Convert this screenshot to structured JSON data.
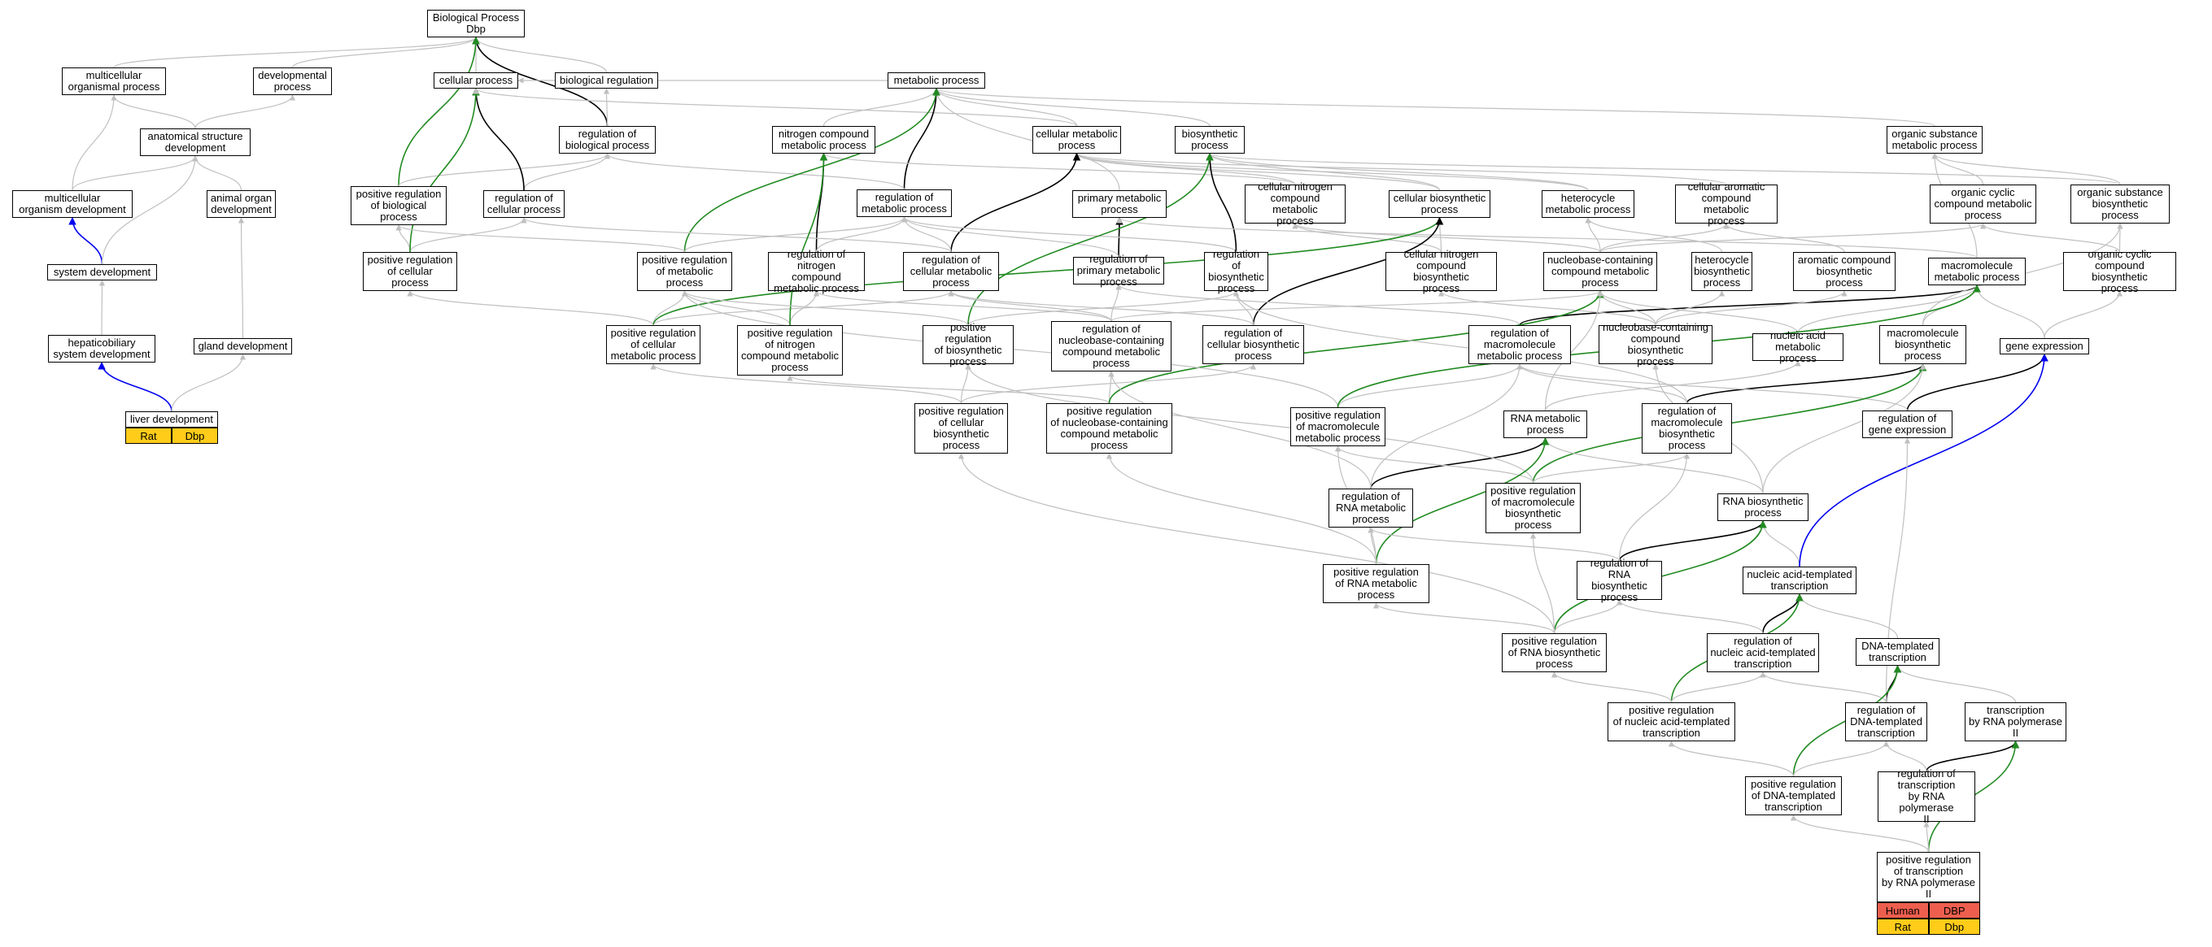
{
  "colors": {
    "gray": "#c0c0c0",
    "black": "#000000",
    "green": "#228b22",
    "blue": "#0000ee",
    "human": "#ee5e4e",
    "rat": "#ffcc1a"
  },
  "nodes": [
    {
      "id": "bp",
      "label": "Biological Process\nDbp"
    },
    {
      "id": "mop",
      "label": "multicellular\norganismal process"
    },
    {
      "id": "dp",
      "label": "developmental\nprocess"
    },
    {
      "id": "cp",
      "label": "cellular process"
    },
    {
      "id": "breg",
      "label": "biological regulation"
    },
    {
      "id": "asd",
      "label": "anatomical structure\ndevelopment"
    },
    {
      "id": "rbp",
      "label": "regulation of\nbiological process"
    },
    {
      "id": "mod",
      "label": "multicellular\norganism development"
    },
    {
      "id": "aod",
      "label": "animal organ\ndevelopment"
    },
    {
      "id": "prbp",
      "label": "positive regulation\nof biological\nprocess"
    },
    {
      "id": "rcp",
      "label": "regulation of\ncellular process"
    },
    {
      "id": "sd",
      "label": "system development"
    },
    {
      "id": "prcp",
      "label": "positive regulation\nof cellular\nprocess"
    },
    {
      "id": "hsd",
      "label": "hepaticobiliary\nsystem development"
    },
    {
      "id": "gd",
      "label": "gland development"
    },
    {
      "id": "ld",
      "label": "liver development"
    },
    {
      "id": "mp",
      "label": "metabolic process"
    },
    {
      "id": "ncmp",
      "label": "nitrogen compound\nmetabolic process"
    },
    {
      "id": "cmp",
      "label": "cellular metabolic\nprocess"
    },
    {
      "id": "bsp",
      "label": "biosynthetic\nprocess"
    },
    {
      "id": "osmp",
      "label": "organic substance\nmetabolic process"
    },
    {
      "id": "rmp",
      "label": "regulation of\nmetabolic process"
    },
    {
      "id": "pmp",
      "label": "primary metabolic\nprocess"
    },
    {
      "id": "cncmp",
      "label": "cellular nitrogen\ncompound metabolic\nprocess"
    },
    {
      "id": "cbp",
      "label": "cellular biosynthetic\nprocess"
    },
    {
      "id": "hmp",
      "label": "heterocycle\nmetabolic process"
    },
    {
      "id": "cacmp",
      "label": "cellular aromatic\ncompound metabolic\nprocess"
    },
    {
      "id": "occmp",
      "label": "organic cyclic\ncompound metabolic\nprocess"
    },
    {
      "id": "osbp",
      "label": "organic substance\nbiosynthetic\nprocess"
    },
    {
      "id": "prmp",
      "label": "positive regulation\nof metabolic\nprocess"
    },
    {
      "id": "rncmp",
      "label": "regulation of\nnitrogen compound\nmetabolic process"
    },
    {
      "id": "rcmp",
      "label": "regulation of\ncellular metabolic\nprocess"
    },
    {
      "id": "rpmp",
      "label": "regulation of\nprimary metabolic\nprocess"
    },
    {
      "id": "rbsp",
      "label": "regulation of\nbiosynthetic\nprocess"
    },
    {
      "id": "cncbp",
      "label": "cellular nitrogen\ncompound biosynthetic\nprocess"
    },
    {
      "id": "nccmp",
      "label": "nucleobase-containing\ncompound metabolic\nprocess"
    },
    {
      "id": "hbp",
      "label": "heterocycle\nbiosynthetic\nprocess"
    },
    {
      "id": "acbp",
      "label": "aromatic compound\nbiosynthetic\nprocess"
    },
    {
      "id": "mmp",
      "label": "macromolecule\nmetabolic process"
    },
    {
      "id": "occbp",
      "label": "organic cyclic\ncompound biosynthetic\nprocess"
    },
    {
      "id": "prcmp",
      "label": "positive regulation\nof cellular\nmetabolic process"
    },
    {
      "id": "prncmp",
      "label": "positive regulation\nof nitrogen\ncompound metabolic\nprocess"
    },
    {
      "id": "prbsp",
      "label": "positive regulation\nof biosynthetic\nprocess"
    },
    {
      "id": "rnccmp",
      "label": "regulation of\nnucleobase-containing\ncompound metabolic\nprocess"
    },
    {
      "id": "rcbp",
      "label": "regulation of\ncellular biosynthetic\nprocess"
    },
    {
      "id": "rmmp",
      "label": "regulation of\nmacromolecule\nmetabolic process"
    },
    {
      "id": "nccbp",
      "label": "nucleobase-containing\ncompound biosynthetic\nprocess"
    },
    {
      "id": "namp",
      "label": "nucleic acid\nmetabolic process"
    },
    {
      "id": "mbp",
      "label": "macromolecule\nbiosynthetic\nprocess"
    },
    {
      "id": "ge",
      "label": "gene expression"
    },
    {
      "id": "prcbp",
      "label": "positive regulation\nof cellular\nbiosynthetic\nprocess"
    },
    {
      "id": "prnccmp",
      "label": "positive regulation\nof nucleobase-containing\ncompound metabolic\nprocess"
    },
    {
      "id": "prmmp",
      "label": "positive regulation\nof macromolecule\nmetabolic process"
    },
    {
      "id": "rnamp",
      "label": "RNA metabolic\nprocess"
    },
    {
      "id": "rmbp",
      "label": "regulation of\nmacromolecule\nbiosynthetic\nprocess"
    },
    {
      "id": "rge",
      "label": "regulation of\ngene expression"
    },
    {
      "id": "rrnamp",
      "label": "regulation of\nRNA metabolic\nprocess"
    },
    {
      "id": "prmbp",
      "label": "positive regulation\nof macromolecule\nbiosynthetic\nprocess"
    },
    {
      "id": "rnabp",
      "label": "RNA biosynthetic\nprocess"
    },
    {
      "id": "prrnamp",
      "label": "positive regulation\nof RNA metabolic\nprocess"
    },
    {
      "id": "rrnabp",
      "label": "regulation of\nRNA biosynthetic\nprocess"
    },
    {
      "id": "natt",
      "label": "nucleic acid-templated\ntranscription"
    },
    {
      "id": "prrnabp",
      "label": "positive regulation\nof RNA biosynthetic\nprocess"
    },
    {
      "id": "rnatt",
      "label": "regulation of\nnucleic acid-templated\ntranscription"
    },
    {
      "id": "dtt",
      "label": "DNA-templated\ntranscription"
    },
    {
      "id": "prnatt",
      "label": "positive regulation\nof nucleic acid-templated\ntranscription"
    },
    {
      "id": "rdtt",
      "label": "regulation of\nDNA-templated\ntranscription"
    },
    {
      "id": "trp2",
      "label": "transcription\nby RNA polymerase\nII"
    },
    {
      "id": "prdtt",
      "label": "positive regulation\nof DNA-templated\ntranscription"
    },
    {
      "id": "rtrp2",
      "label": "regulation of\ntranscription\nby RNA polymerase\nII"
    },
    {
      "id": "prtrp2",
      "label": "positive regulation\nof transcription\nby RNA polymerase\nII"
    }
  ],
  "annotations": [
    {
      "node": "ld",
      "rows": [
        [
          "Rat",
          "Dbp"
        ]
      ]
    },
    {
      "node": "prtrp2",
      "rows": [
        [
          "Human",
          "DBP"
        ],
        [
          "Rat",
          "Dbp"
        ]
      ]
    }
  ],
  "edges": [
    [
      "mop",
      "bp",
      "gray"
    ],
    [
      "dp",
      "bp",
      "gray"
    ],
    [
      "cp",
      "bp",
      "gray"
    ],
    [
      "breg",
      "bp",
      "gray"
    ],
    [
      "rbp",
      "bp",
      "black"
    ],
    [
      "prbp",
      "bp",
      "green"
    ],
    [
      "asd",
      "dp",
      "gray"
    ],
    [
      "asd",
      "mop",
      "gray"
    ],
    [
      "mod",
      "mop",
      "gray"
    ],
    [
      "mod",
      "asd",
      "gray"
    ],
    [
      "aod",
      "asd",
      "gray"
    ],
    [
      "sd",
      "mod",
      "blue"
    ],
    [
      "sd",
      "asd",
      "gray"
    ],
    [
      "hsd",
      "sd",
      "gray"
    ],
    [
      "ld",
      "hsd",
      "blue"
    ],
    [
      "gd",
      "aod",
      "gray"
    ],
    [
      "ld",
      "gd",
      "gray"
    ],
    [
      "rbp",
      "breg",
      "gray"
    ],
    [
      "prbp",
      "rbp",
      "gray"
    ],
    [
      "rcp",
      "rbp",
      "gray"
    ],
    [
      "rcp",
      "cp",
      "black"
    ],
    [
      "prcp",
      "prbp",
      "gray"
    ],
    [
      "prcp",
      "rcp",
      "gray"
    ],
    [
      "prcp",
      "cp",
      "green"
    ],
    [
      "mp",
      "cp",
      "gray"
    ],
    [
      "ncmp",
      "mp",
      "gray"
    ],
    [
      "cmp",
      "mp",
      "gray"
    ],
    [
      "cmp",
      "cp",
      "gray"
    ],
    [
      "bsp",
      "mp",
      "gray"
    ],
    [
      "osmp",
      "mp",
      "gray"
    ],
    [
      "rmp",
      "mp",
      "black"
    ],
    [
      "rmp",
      "rbp",
      "gray"
    ],
    [
      "pmp",
      "mp",
      "gray"
    ],
    [
      "cncmp",
      "ncmp",
      "gray"
    ],
    [
      "cncmp",
      "cmp",
      "gray"
    ],
    [
      "cbp",
      "cmp",
      "gray"
    ],
    [
      "cbp",
      "bsp",
      "gray"
    ],
    [
      "hmp",
      "cmp",
      "gray"
    ],
    [
      "hmp",
      "bsp",
      "gray"
    ],
    [
      "cacmp",
      "cmp",
      "gray"
    ],
    [
      "occmp",
      "osmp",
      "gray"
    ],
    [
      "osbp",
      "osmp",
      "gray"
    ],
    [
      "osbp",
      "bsp",
      "gray"
    ],
    [
      "prmp",
      "mp",
      "green"
    ],
    [
      "prmp",
      "rmp",
      "gray"
    ],
    [
      "prmp",
      "prbp",
      "gray"
    ],
    [
      "rncmp",
      "ncmp",
      "black"
    ],
    [
      "rncmp",
      "rmp",
      "gray"
    ],
    [
      "rcmp",
      "cmp",
      "black"
    ],
    [
      "rcmp",
      "rmp",
      "gray"
    ],
    [
      "rcmp",
      "rcp",
      "gray"
    ],
    [
      "rpmp",
      "pmp",
      "black"
    ],
    [
      "rpmp",
      "rmp",
      "gray"
    ],
    [
      "rbsp",
      "bsp",
      "black"
    ],
    [
      "rbsp",
      "rmp",
      "gray"
    ],
    [
      "cncbp",
      "cncmp",
      "gray"
    ],
    [
      "cncbp",
      "cbp",
      "gray"
    ],
    [
      "nccmp",
      "cncmp",
      "gray"
    ],
    [
      "nccmp",
      "hmp",
      "gray"
    ],
    [
      "nccmp",
      "cacmp",
      "gray"
    ],
    [
      "nccmp",
      "occmp",
      "gray"
    ],
    [
      "hbp",
      "hmp",
      "gray"
    ],
    [
      "acbp",
      "cacmp",
      "gray"
    ],
    [
      "mmp",
      "osmp",
      "gray"
    ],
    [
      "mmp",
      "pmp",
      "gray"
    ],
    [
      "occbp",
      "occmp",
      "gray"
    ],
    [
      "occbp",
      "osbp",
      "gray"
    ],
    [
      "prcmp",
      "prmp",
      "gray"
    ],
    [
      "prcmp",
      "rcmp",
      "gray"
    ],
    [
      "prcmp",
      "cbp",
      "green"
    ],
    [
      "prcmp",
      "prcp",
      "gray"
    ],
    [
      "prncmp",
      "rncmp",
      "gray"
    ],
    [
      "prncmp",
      "prmp",
      "gray"
    ],
    [
      "prncmp",
      "ncmp",
      "green"
    ],
    [
      "prbsp",
      "bsp",
      "green"
    ],
    [
      "prbsp",
      "rbsp",
      "gray"
    ],
    [
      "prbsp",
      "prmp",
      "gray"
    ],
    [
      "rnccmp",
      "nccmp",
      "gray"
    ],
    [
      "rnccmp",
      "rpmp",
      "gray"
    ],
    [
      "rnccmp",
      "rncmp",
      "gray"
    ],
    [
      "rnccmp",
      "rcmp",
      "gray"
    ],
    [
      "rcbp",
      "cbp",
      "black"
    ],
    [
      "rcbp",
      "rbsp",
      "gray"
    ],
    [
      "rcbp",
      "rcmp",
      "gray"
    ],
    [
      "rmmp",
      "mmp",
      "black"
    ],
    [
      "rmmp",
      "rpmp",
      "gray"
    ],
    [
      "nccbp",
      "nccmp",
      "gray"
    ],
    [
      "nccbp",
      "cncbp",
      "gray"
    ],
    [
      "nccbp",
      "hbp",
      "gray"
    ],
    [
      "nccbp",
      "acbp",
      "gray"
    ],
    [
      "namp",
      "nccmp",
      "gray"
    ],
    [
      "namp",
      "mmp",
      "gray"
    ],
    [
      "mbp",
      "mmp",
      "gray"
    ],
    [
      "mbp",
      "osbp",
      "gray"
    ],
    [
      "ge",
      "mmp",
      "gray"
    ],
    [
      "ge",
      "occbp",
      "gray"
    ],
    [
      "prcbp",
      "rcbp",
      "gray"
    ],
    [
      "prcbp",
      "prbsp",
      "gray"
    ],
    [
      "prcbp",
      "prcmp",
      "gray"
    ],
    [
      "prnccmp",
      "rnccmp",
      "gray"
    ],
    [
      "prnccmp",
      "prncmp",
      "gray"
    ],
    [
      "prnccmp",
      "nccmp",
      "green"
    ],
    [
      "prmmp",
      "rmmp",
      "gray"
    ],
    [
      "prmmp",
      "prmp",
      "gray"
    ],
    [
      "prmmp",
      "mmp",
      "green"
    ],
    [
      "rnamp",
      "namp",
      "gray"
    ],
    [
      "rnamp",
      "nccmp",
      "gray"
    ],
    [
      "rmbp",
      "mbp",
      "black"
    ],
    [
      "rmbp",
      "rmmp",
      "gray"
    ],
    [
      "rmbp",
      "rbsp",
      "gray"
    ],
    [
      "rge",
      "ge",
      "black"
    ],
    [
      "rge",
      "rmmp",
      "gray"
    ],
    [
      "rrnamp",
      "rnamp",
      "black"
    ],
    [
      "rrnamp",
      "rnccmp",
      "gray"
    ],
    [
      "rrnamp",
      "rmmp",
      "gray"
    ],
    [
      "prmbp",
      "mbp",
      "green"
    ],
    [
      "prmbp",
      "rmbp",
      "gray"
    ],
    [
      "prmbp",
      "prmmp",
      "gray"
    ],
    [
      "prmbp",
      "prbsp",
      "gray"
    ],
    [
      "rnabp",
      "rnamp",
      "gray"
    ],
    [
      "rnabp",
      "nccbp",
      "gray"
    ],
    [
      "rnabp",
      "mbp",
      "gray"
    ],
    [
      "prrnamp",
      "rrnamp",
      "gray"
    ],
    [
      "prrnamp",
      "rnamp",
      "green"
    ],
    [
      "prrnamp",
      "prnccmp",
      "gray"
    ],
    [
      "prrnamp",
      "prmmp",
      "gray"
    ],
    [
      "rrnabp",
      "rnabp",
      "black"
    ],
    [
      "rrnabp",
      "rrnamp",
      "gray"
    ],
    [
      "rrnabp",
      "rmbp",
      "gray"
    ],
    [
      "natt",
      "rnabp",
      "gray"
    ],
    [
      "natt",
      "ge",
      "blue"
    ],
    [
      "prrnabp",
      "rnabp",
      "green"
    ],
    [
      "prrnabp",
      "rrnabp",
      "gray"
    ],
    [
      "prrnabp",
      "prrnamp",
      "gray"
    ],
    [
      "prrnabp",
      "prmbp",
      "gray"
    ],
    [
      "prrnabp",
      "prcbp",
      "gray"
    ],
    [
      "rnatt",
      "natt",
      "black"
    ],
    [
      "rnatt",
      "rrnabp",
      "gray"
    ],
    [
      "dtt",
      "natt",
      "gray"
    ],
    [
      "prnatt",
      "natt",
      "green"
    ],
    [
      "prnatt",
      "rnatt",
      "gray"
    ],
    [
      "prnatt",
      "prrnabp",
      "gray"
    ],
    [
      "rdtt",
      "dtt",
      "black"
    ],
    [
      "rdtt",
      "rnatt",
      "gray"
    ],
    [
      "rdtt",
      "rge",
      "gray"
    ],
    [
      "trp2",
      "dtt",
      "gray"
    ],
    [
      "prdtt",
      "dtt",
      "green"
    ],
    [
      "prdtt",
      "rdtt",
      "gray"
    ],
    [
      "prdtt",
      "prnatt",
      "gray"
    ],
    [
      "rtrp2",
      "trp2",
      "black"
    ],
    [
      "rtrp2",
      "rdtt",
      "gray"
    ],
    [
      "prtrp2",
      "trp2",
      "green"
    ],
    [
      "prtrp2",
      "rtrp2",
      "gray"
    ],
    [
      "prtrp2",
      "prdtt",
      "gray"
    ]
  ]
}
